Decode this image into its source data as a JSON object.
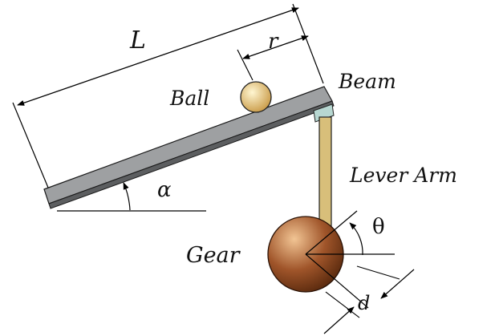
{
  "labels": {
    "length": "L",
    "ball_position": "r",
    "ball": "Ball",
    "beam": "Beam",
    "beam_angle": "α",
    "lever_arm": "Lever Arm",
    "gear_angle": "θ",
    "gear": "Gear",
    "offset": "d"
  },
  "icons": {
    "ball": "sphere",
    "gear": "sphere",
    "pivot": "block"
  },
  "colors": {
    "beam_top": "#9ea0a2",
    "beam_side": "#5c5e60",
    "ball_light": "#fff6d2",
    "ball_dark": "#c99a46",
    "gear_light": "#f2c594",
    "gear_dark": "#5a2a0e",
    "lever_arm": "#d8bf7a",
    "pivot_block": "#b7d7d1"
  }
}
